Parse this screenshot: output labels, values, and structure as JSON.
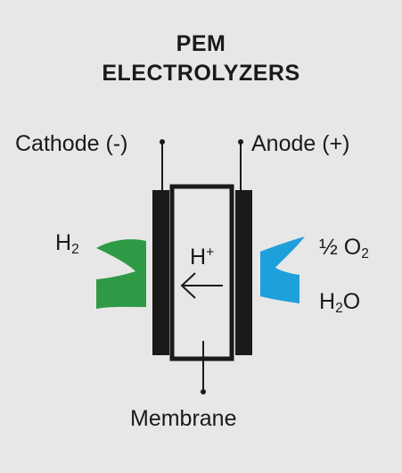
{
  "title": {
    "line1": "PEM",
    "line2": "ELECTROLYZERS"
  },
  "labels": {
    "cathode": "Cathode (-)",
    "anode": "Anode (+)",
    "membrane": "Membrane",
    "h2": {
      "base": "H",
      "sub": "2"
    },
    "o2": {
      "prefix": "½ O",
      "sub": "2"
    },
    "h2o": {
      "base": "H",
      "sub": "2",
      "suffix": "O"
    },
    "proton": {
      "base": "H",
      "sup": "+"
    }
  },
  "colors": {
    "background": "#e7e7e8",
    "electrode": "#1a1a1a",
    "hydrogen_flow": "#2f9a45",
    "oxygen_flow": "#1ea0dc"
  }
}
